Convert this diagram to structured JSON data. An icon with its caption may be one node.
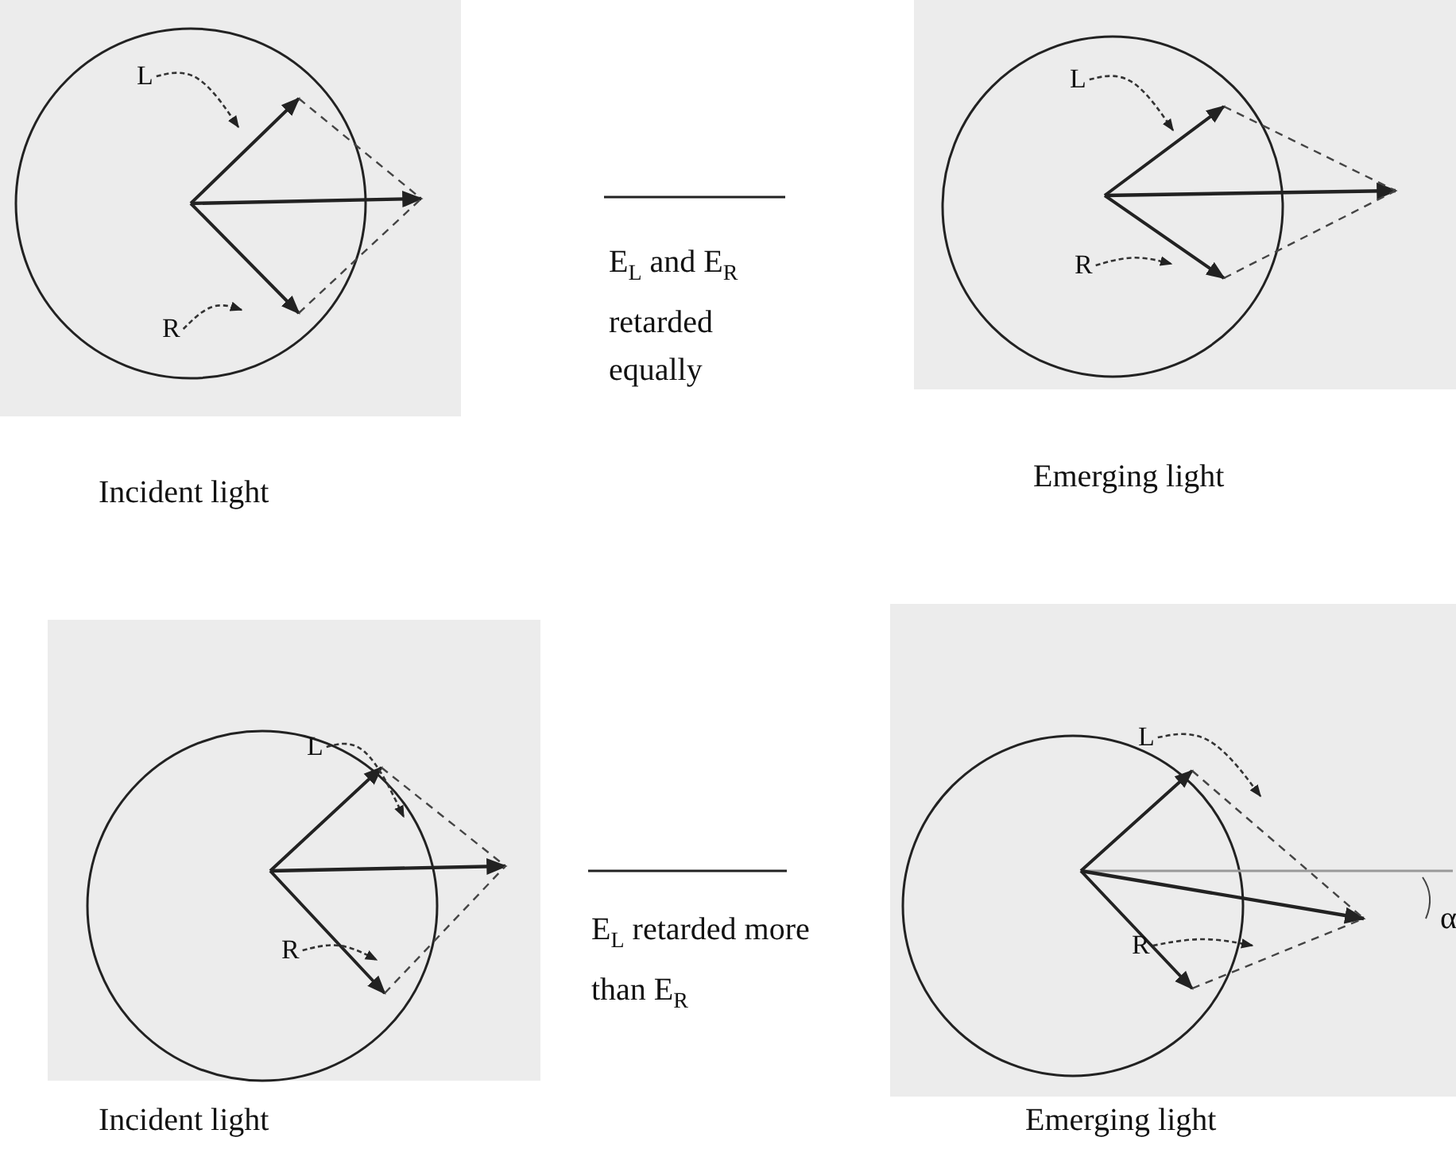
{
  "diagram": {
    "nodes": [
      {
        "text": [
          "L"
        ]
      },
      {
        "text": [
          "R"
        ]
      },
      {
        "text": [
          "L"
        ]
      },
      {
        "text": [
          "R"
        ]
      },
      {
        "text": [
          "L"
        ]
      },
      {
        "text": [
          "R"
        ]
      },
      {
        "text": [
          "L"
        ]
      },
      {
        "text": [
          "R"
        ]
      }
    ],
    "edges": [
      {
        "from": 0,
        "to": null,
        "arrow": "to"
      },
      {
        "from": 1,
        "to": null,
        "arrow": "to"
      },
      {
        "from": 2,
        "to": null,
        "arrow": "to"
      },
      {
        "from": 3,
        "to": null,
        "arrow": "to"
      },
      {
        "from": 4,
        "to": null,
        "arrow": "to"
      },
      {
        "from": 5,
        "to": null,
        "arrow": "to"
      },
      {
        "from": 6,
        "to": null,
        "arrow": "to"
      },
      {
        "from": 7,
        "to": null,
        "arrow": "to"
      }
    ],
    "labels": [
      "E$_{L}$ and E$_{R}$ retarded equally",
      "Incident light",
      "Emerging light",
      "α",
      "E$_{L}$ retarded more than E$_{R}$",
      "Incident light",
      "Emerging light"
    ]
  }
}
